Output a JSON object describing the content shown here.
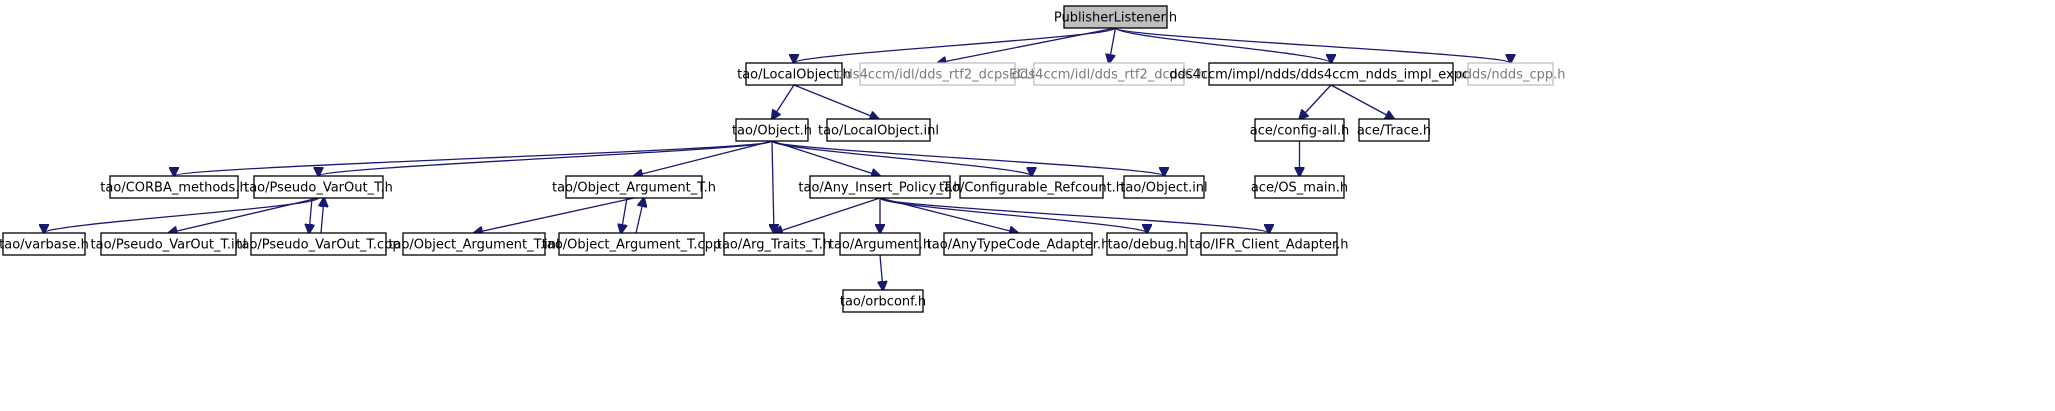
{
  "diagram": {
    "nodes": [
      {
        "id": "publisherlistener_h",
        "label": "PublisherListener.h",
        "role": "root"
      },
      {
        "id": "tao_localobject_h",
        "label": "tao/LocalObject.h"
      },
      {
        "id": "dds_rtf2_dcpsec_h",
        "label": "dds4ccm/idl/dds_rtf2_dcpsEC.h",
        "role": "missing"
      },
      {
        "id": "dds_rtf2_dcpsc_h",
        "label": "dds4ccm/idl/dds_rtf2_dcpsC.h",
        "role": "missing"
      },
      {
        "id": "dds4ccm_ndds_impl_export_h",
        "label": "dds4ccm/impl/ndds/dds4ccm_ndds_impl_export.h"
      },
      {
        "id": "ndds_cpp_h",
        "label": "ndds/ndds_cpp.h",
        "role": "missing"
      },
      {
        "id": "tao_object_h",
        "label": "tao/Object.h"
      },
      {
        "id": "tao_localobject_inl",
        "label": "tao/LocalObject.inl"
      },
      {
        "id": "ace_config_all_h",
        "label": "ace/config-all.h"
      },
      {
        "id": "ace_trace_h",
        "label": "ace/Trace.h"
      },
      {
        "id": "tao_corba_methods_h",
        "label": "tao/CORBA_methods.h"
      },
      {
        "id": "tao_pseudo_varout_t_h",
        "label": "tao/Pseudo_VarOut_T.h"
      },
      {
        "id": "tao_object_argument_t_h",
        "label": "tao/Object_Argument_T.h"
      },
      {
        "id": "tao_any_insert_policy_t_h",
        "label": "tao/Any_Insert_Policy_T.h"
      },
      {
        "id": "tao_configurable_refcount_h",
        "label": "tao/Configurable_Refcount.h"
      },
      {
        "id": "tao_object_inl",
        "label": "tao/Object.inl"
      },
      {
        "id": "ace_os_main_h",
        "label": "ace/OS_main.h"
      },
      {
        "id": "tao_varbase_h",
        "label": "tao/varbase.h"
      },
      {
        "id": "tao_pseudo_varout_t_inl",
        "label": "tao/Pseudo_VarOut_T.inl"
      },
      {
        "id": "tao_pseudo_varout_t_cpp",
        "label": "tao/Pseudo_VarOut_T.cpp"
      },
      {
        "id": "tao_object_argument_t_inl",
        "label": "tao/Object_Argument_T.inl"
      },
      {
        "id": "tao_object_argument_t_cpp",
        "label": "tao/Object_Argument_T.cpp"
      },
      {
        "id": "tao_arg_traits_t_h",
        "label": "tao/Arg_Traits_T.h"
      },
      {
        "id": "tao_argument_h",
        "label": "tao/Argument.h"
      },
      {
        "id": "tao_anytypecode_adapter_h",
        "label": "tao/AnyTypeCode_Adapter.h"
      },
      {
        "id": "tao_debug_h",
        "label": "tao/debug.h"
      },
      {
        "id": "tao_ifr_client_adapter_h",
        "label": "tao/IFR_Client_Adapter.h"
      },
      {
        "id": "tao_orbconf_h",
        "label": "tao/orbconf.h"
      }
    ],
    "edges": [
      {
        "from": "publisherlistener_h",
        "to": "tao_localobject_h"
      },
      {
        "from": "publisherlistener_h",
        "to": "dds_rtf2_dcpsec_h"
      },
      {
        "from": "publisherlistener_h",
        "to": "dds_rtf2_dcpsc_h"
      },
      {
        "from": "publisherlistener_h",
        "to": "dds4ccm_ndds_impl_export_h"
      },
      {
        "from": "publisherlistener_h",
        "to": "ndds_cpp_h"
      },
      {
        "from": "tao_localobject_h",
        "to": "tao_object_h"
      },
      {
        "from": "tao_localobject_h",
        "to": "tao_localobject_inl"
      },
      {
        "from": "dds4ccm_ndds_impl_export_h",
        "to": "ace_config_all_h"
      },
      {
        "from": "dds4ccm_ndds_impl_export_h",
        "to": "ace_trace_h"
      },
      {
        "from": "ace_config_all_h",
        "to": "ace_os_main_h"
      },
      {
        "from": "tao_object_h",
        "to": "tao_corba_methods_h"
      },
      {
        "from": "tao_object_h",
        "to": "tao_pseudo_varout_t_h"
      },
      {
        "from": "tao_object_h",
        "to": "tao_object_argument_t_h"
      },
      {
        "from": "tao_object_h",
        "to": "tao_arg_traits_t_h"
      },
      {
        "from": "tao_object_h",
        "to": "tao_any_insert_policy_t_h"
      },
      {
        "from": "tao_object_h",
        "to": "tao_configurable_refcount_h"
      },
      {
        "from": "tao_object_h",
        "to": "tao_object_inl"
      },
      {
        "from": "tao_pseudo_varout_t_h",
        "to": "tao_varbase_h"
      },
      {
        "from": "tao_pseudo_varout_t_h",
        "to": "tao_pseudo_varout_t_inl"
      },
      {
        "from": "tao_pseudo_varout_t_h",
        "to": "tao_pseudo_varout_t_cpp"
      },
      {
        "from": "tao_pseudo_varout_t_cpp",
        "to": "tao_pseudo_varout_t_h"
      },
      {
        "from": "tao_object_argument_t_h",
        "to": "tao_object_argument_t_inl"
      },
      {
        "from": "tao_object_argument_t_h",
        "to": "tao_object_argument_t_cpp"
      },
      {
        "from": "tao_object_argument_t_cpp",
        "to": "tao_object_argument_t_h"
      },
      {
        "from": "tao_any_insert_policy_t_h",
        "to": "tao_arg_traits_t_h"
      },
      {
        "from": "tao_any_insert_policy_t_h",
        "to": "tao_argument_h"
      },
      {
        "from": "tao_any_insert_policy_t_h",
        "to": "tao_anytypecode_adapter_h"
      },
      {
        "from": "tao_any_insert_policy_t_h",
        "to": "tao_debug_h"
      },
      {
        "from": "tao_any_insert_policy_t_h",
        "to": "tao_ifr_client_adapter_h"
      },
      {
        "from": "tao_argument_h",
        "to": "tao_orbconf_h"
      }
    ],
    "colors": {
      "edge": "#191970",
      "root_fill": "#bfbfbf",
      "node_border": "#000000",
      "missing_border": "#bfbfbf"
    }
  }
}
